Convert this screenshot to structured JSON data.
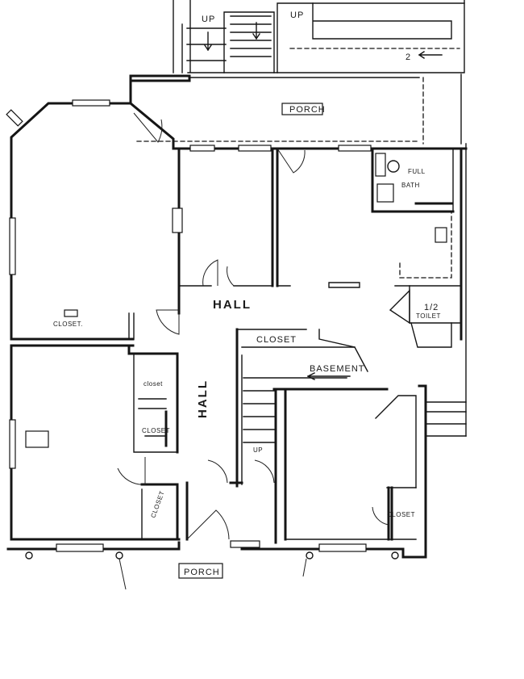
{
  "labels": {
    "up_top_left": "UP",
    "up_top_right": "UP",
    "back_porch": "PORCH",
    "full_bath_1": "FULL",
    "full_bath_2": "BATH",
    "hall_center": "HALL",
    "closet_big": "CLOSET.",
    "closet_hall": "CLOSET",
    "half_1": "1/2",
    "half_2": "TOILET",
    "basement": "BASEMENT",
    "closet_a": "closet",
    "closet_b": "CLOSET",
    "hall_vertical": "HALL",
    "up_stairs": "UP",
    "closet_c": "CLOSET",
    "closet_d": "CLOSET",
    "front_porch": "PORCH",
    "stair_num": "2"
  }
}
